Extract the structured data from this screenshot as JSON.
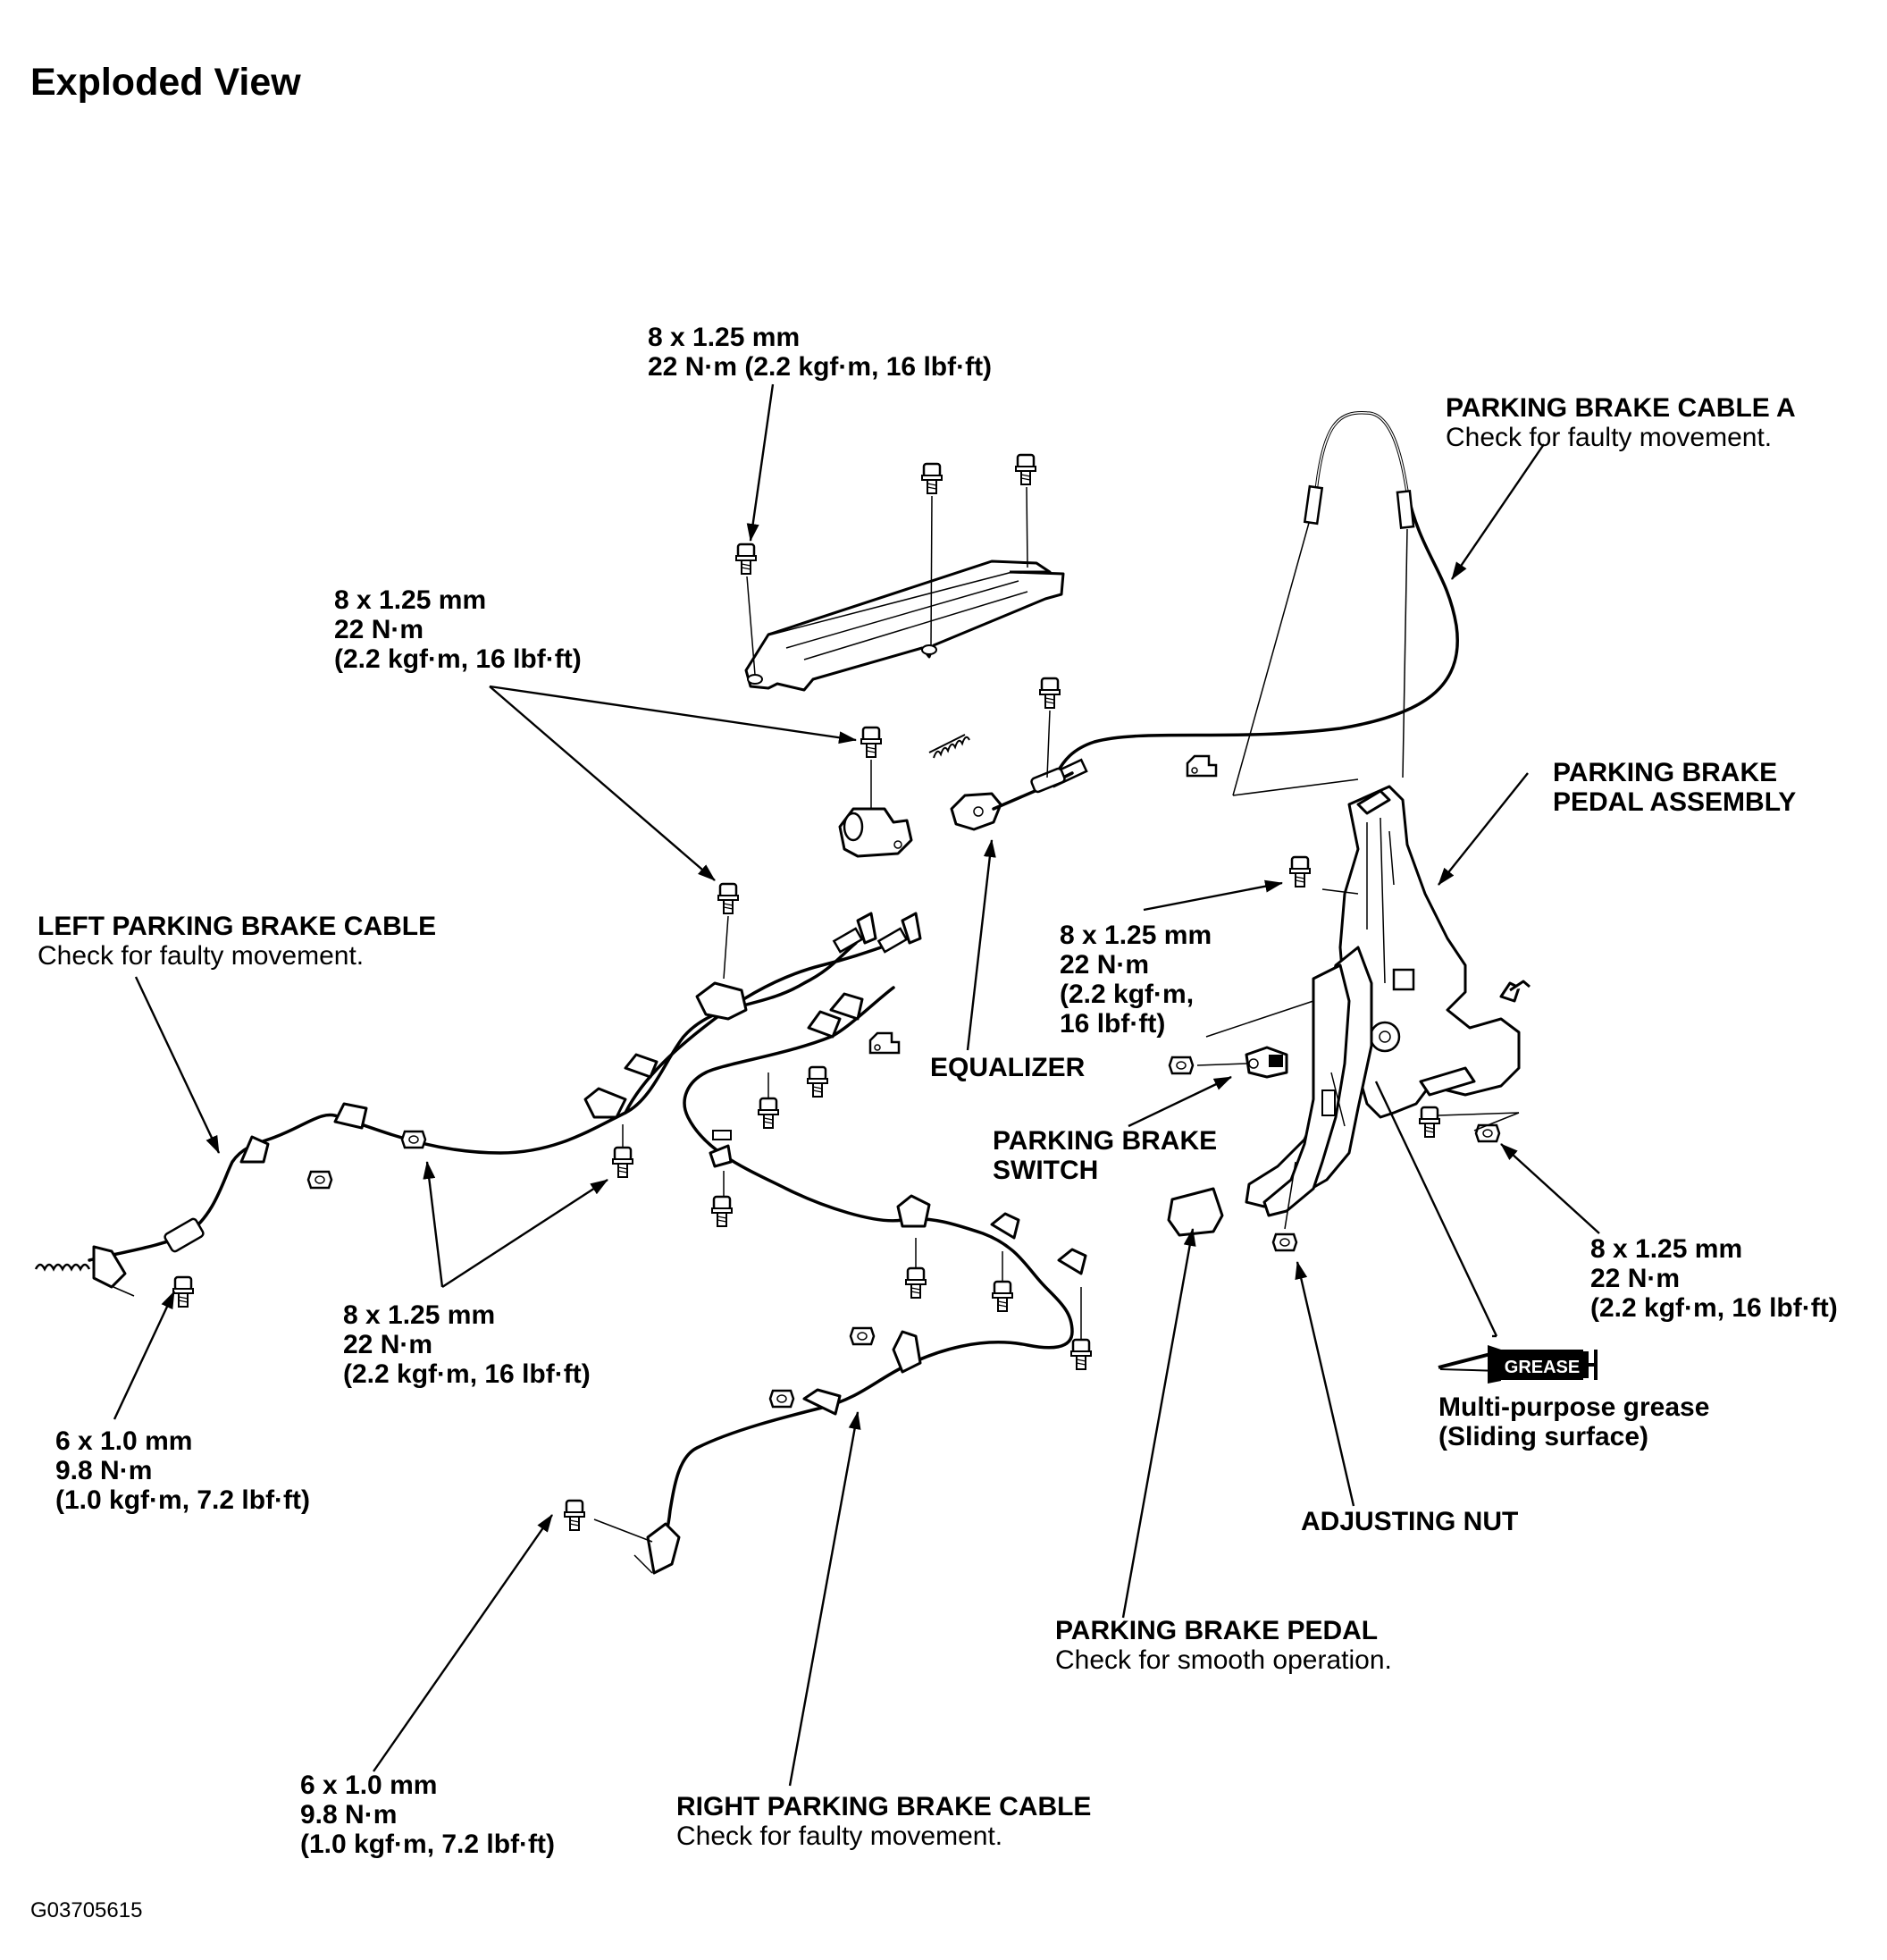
{
  "title": "Exploded View",
  "figure_id": "G03705615",
  "labels": {
    "bolt_top": {
      "spec": "8 x 1.25 mm",
      "torque": "22 N·m (2.2 kgf·m, 16 lbf·ft)"
    },
    "bolt_upper_left": {
      "spec": "8 x 1.25 mm",
      "torque": "22 N·m",
      "torque_alt": "(2.2 kgf·m, 16 lbf·ft)"
    },
    "cable_a": {
      "name": "PARKING BRAKE CABLE A",
      "note": "Check for faulty movement."
    },
    "pedal_assembly": {
      "line1": "PARKING BRAKE",
      "line2": "PEDAL ASSEMBLY"
    },
    "left_cable": {
      "name": "LEFT PARKING BRAKE CABLE",
      "note": "Check for faulty movement."
    },
    "bolt_pedal": {
      "spec": "8 x 1.25 mm",
      "torque": "22 N·m",
      "torque_alt1": "(2.2 kgf·m,",
      "torque_alt2": "16 lbf·ft)"
    },
    "equalizer": {
      "name": "EQUALIZER"
    },
    "switch": {
      "line1": "PARKING BRAKE",
      "line2": "SWITCH"
    },
    "bolt_middle": {
      "spec": "8 x 1.25 mm",
      "torque": "22 N·m",
      "torque_alt": "(2.2 kgf·m, 16 lbf·ft)"
    },
    "bolt_right": {
      "spec": "8 x 1.25 mm",
      "torque": "22 N·m",
      "torque_alt": "(2.2 kgf·m, 16 lbf·ft)"
    },
    "grease": {
      "badge": "GREASE",
      "line1": "Multi-purpose grease",
      "line2": "(Sliding surface)"
    },
    "bolt_left_small": {
      "spec": "6 x 1.0 mm",
      "torque": "9.8 N·m",
      "torque_alt": "(1.0 kgf·m, 7.2 lbf·ft)"
    },
    "adjusting_nut": {
      "name": "ADJUSTING NUT"
    },
    "pedal": {
      "name": "PARKING BRAKE PEDAL",
      "note": "Check for smooth operation."
    },
    "bolt_bottom_small": {
      "spec": "6 x 1.0 mm",
      "torque": "9.8 N·m",
      "torque_alt": "(1.0 kgf·m, 7.2 lbf·ft)"
    },
    "right_cable": {
      "name": "RIGHT PARKING BRAKE CABLE",
      "note": "Check for faulty movement."
    }
  }
}
